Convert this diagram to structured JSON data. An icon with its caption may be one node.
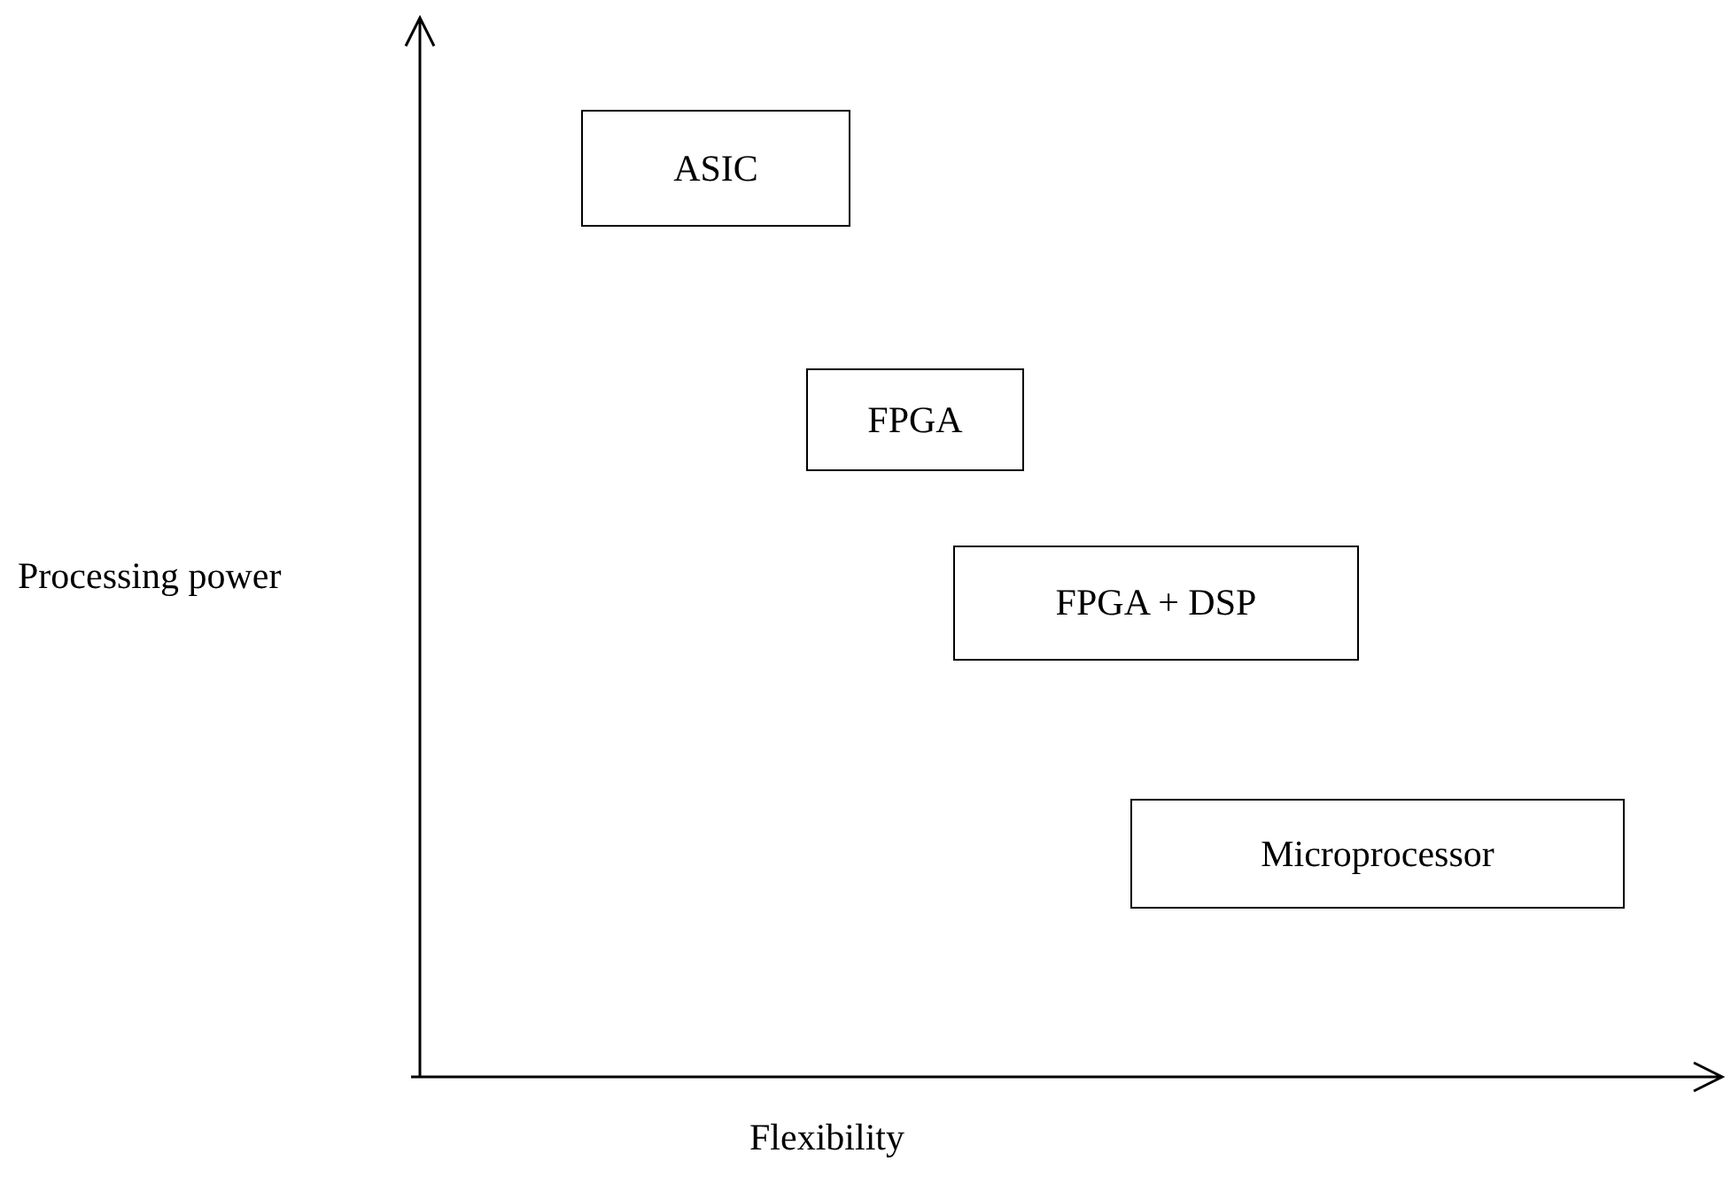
{
  "diagram": {
    "nodes": [
      {
        "text": [
          "ASIC"
        ]
      },
      {
        "text": [
          "FPGA"
        ]
      },
      {
        "text": [
          "FPGA + DSP"
        ]
      },
      {
        "text": [
          "Microprocessor"
        ]
      }
    ],
    "labels": [
      "Processing power",
      "Flexibility"
    ]
  }
}
